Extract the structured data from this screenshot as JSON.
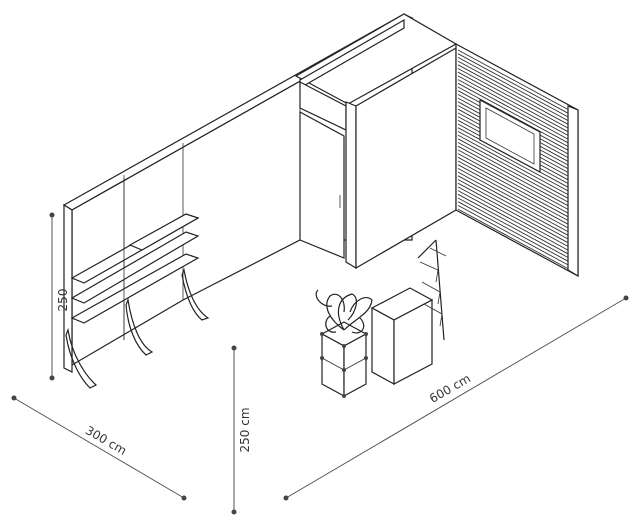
{
  "dimensions": {
    "depth_label": "300 cm",
    "height_label_left": "250",
    "height_label_front": "250 cm",
    "width_label": "600 cm"
  },
  "colors": {
    "line": "#222222",
    "background": "#ffffff",
    "slat": "#333333"
  }
}
